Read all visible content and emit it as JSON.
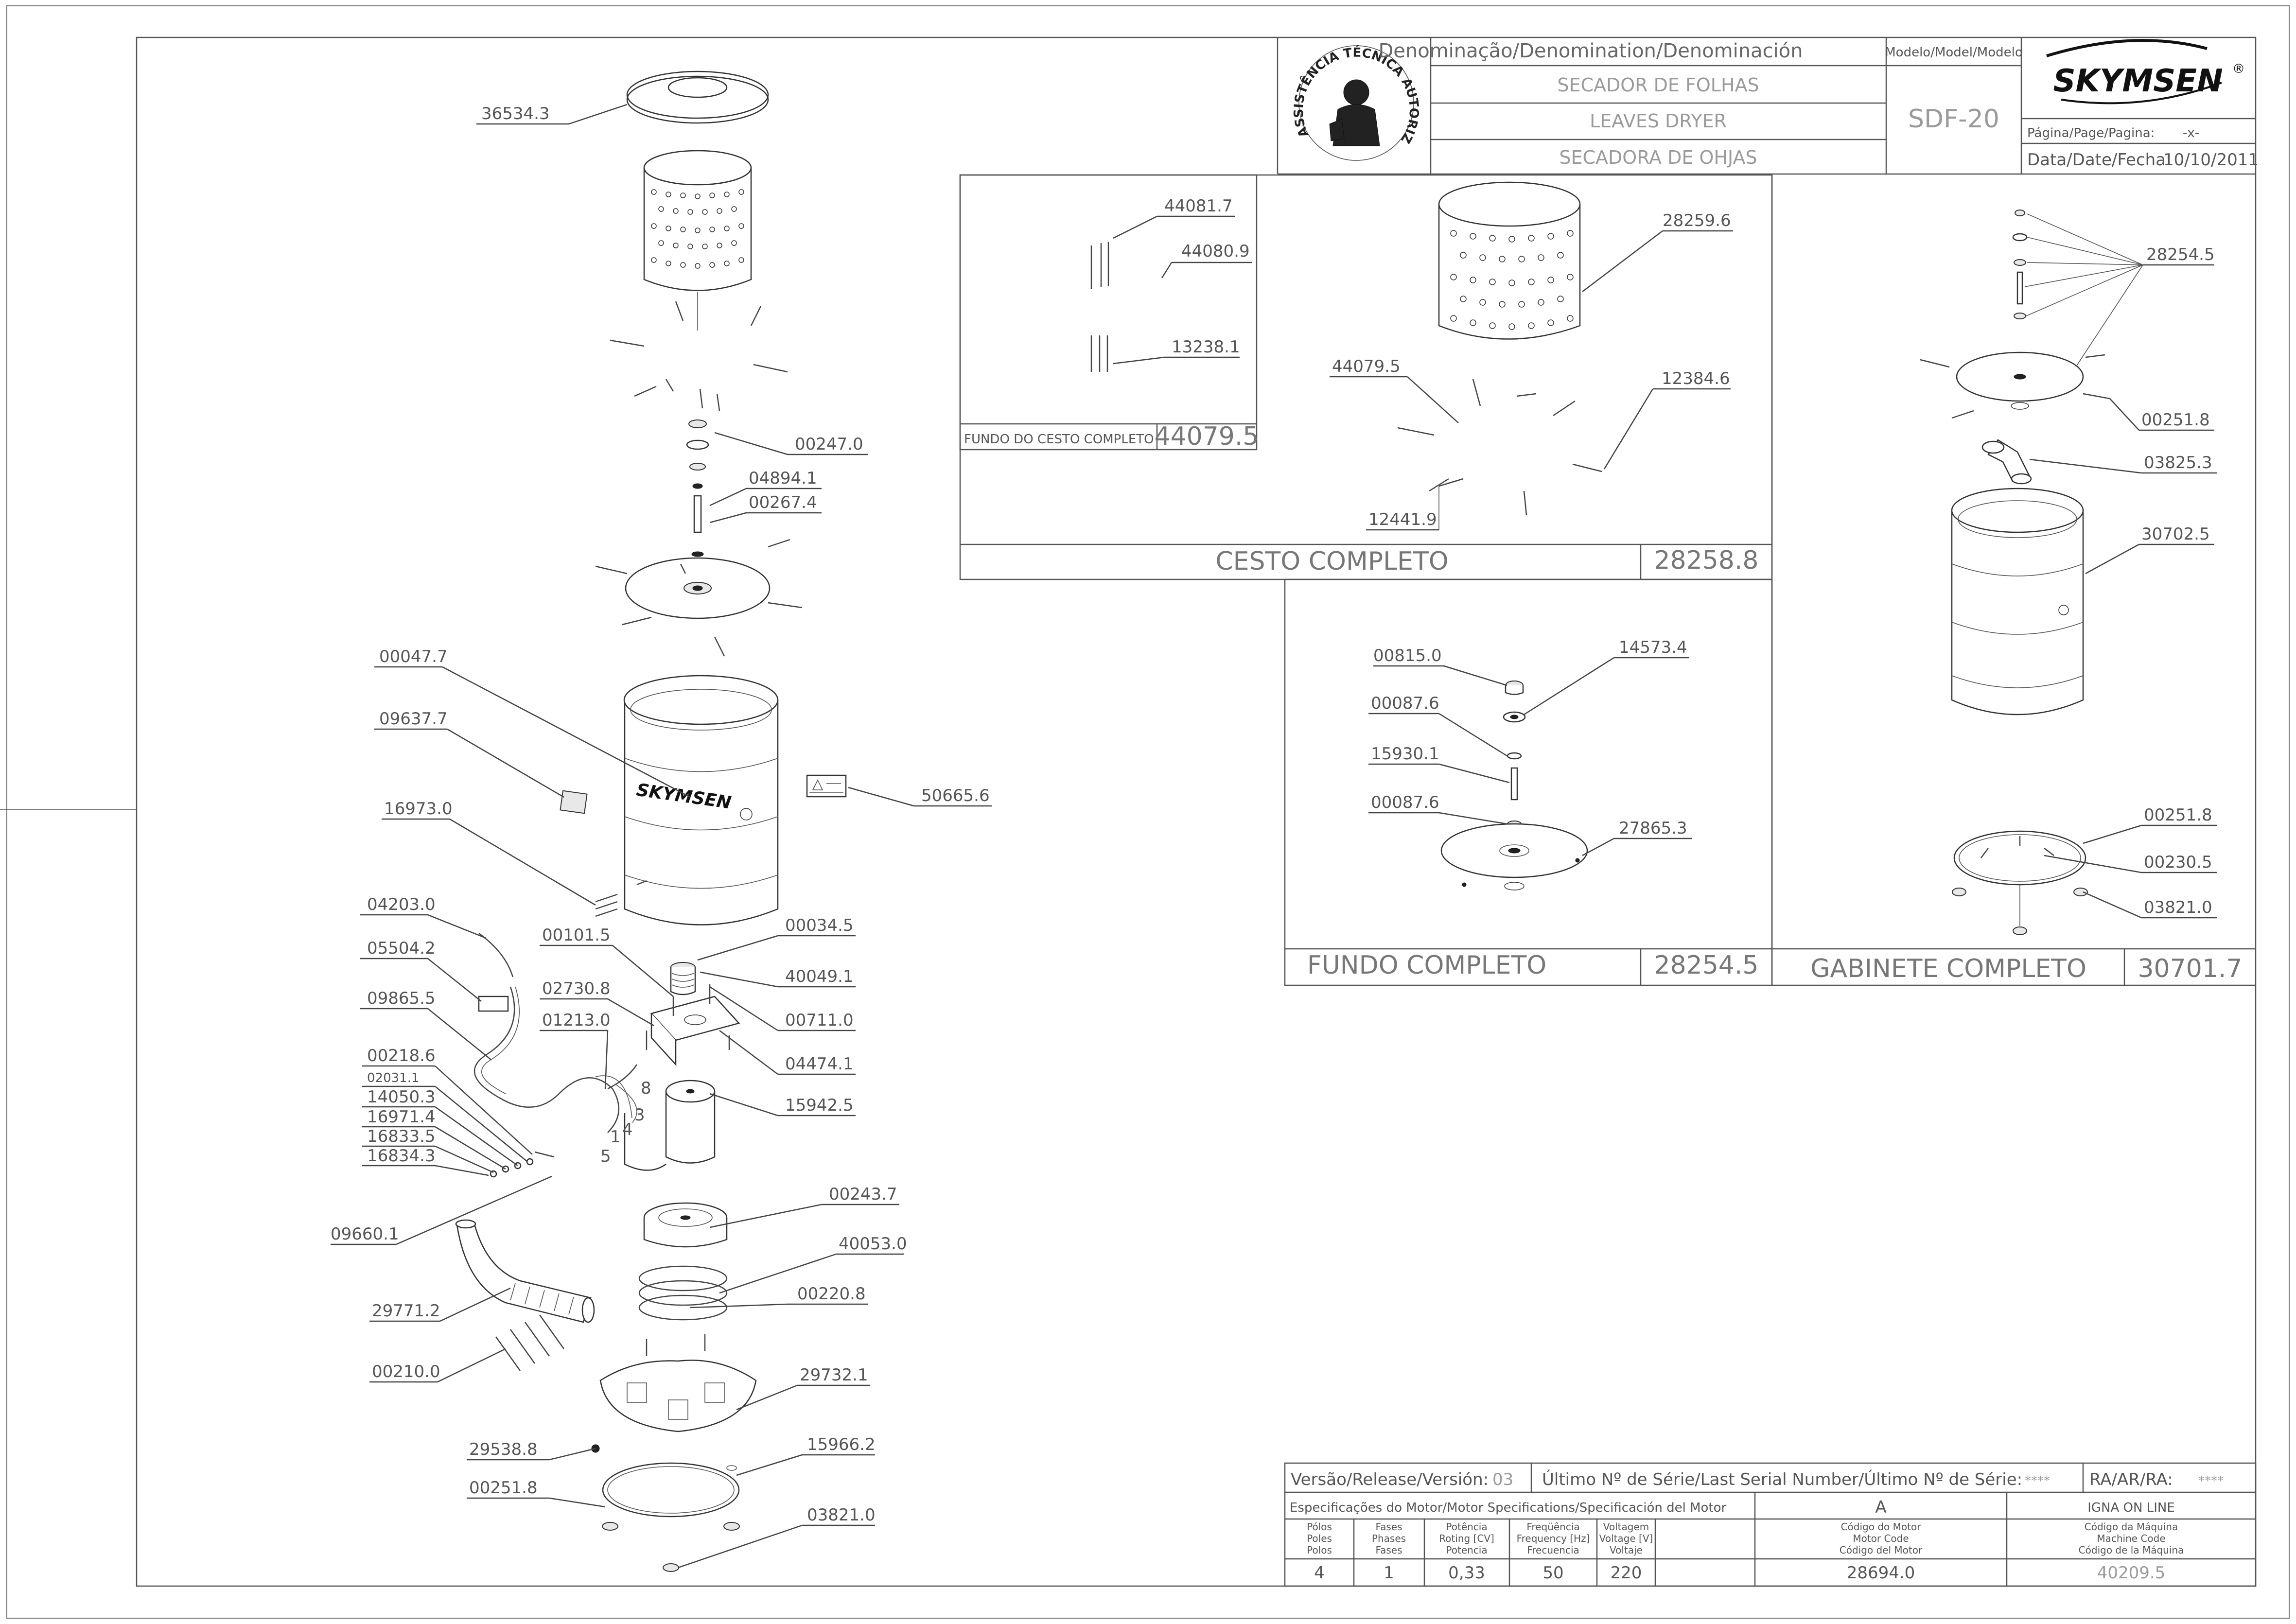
{
  "title_block": {
    "denomination_header": "Denominação/Denomination/Denominación",
    "name_pt": "SECADOR DE FOLHAS",
    "name_en": "LEAVES DRYER",
    "name_es": "SECADORA DE OHJAS",
    "model_header": "Modelo/Model/Modelo",
    "model": "SDF-20",
    "brand": "SKYMSEN",
    "brand_mark": "®",
    "page_label": "Página/Page/Pagina:",
    "page_value": "-x-",
    "date_label": "Data/Date/Fecha:",
    "date_value": "10/10/2011",
    "seal_text": "ASSISTÊNCIA TÉCNICA AUTORIZADA"
  },
  "main_callouts": {
    "c36534_3": "36534.3",
    "c00247_0": "00247.0",
    "c04894_1": "04894.1",
    "c00267_4": "00267.4",
    "c00047_7": "00047.7",
    "c09637_7": "09637.7",
    "c50665_6": "50665.6",
    "c16973_0": "16973.0",
    "c04203_0": "04203.0",
    "c05504_2": "05504.2",
    "c09865_5": "09865.5",
    "c00101_5": "00101.5",
    "c00034_5": "00034.5",
    "c40049_1": "40049.1",
    "c02730_8": "02730.8",
    "c00711_0": "00711.0",
    "c01213_0": "01213.0",
    "c04474_1": "04474.1",
    "c00218_6": "00218.6",
    "c02031_1": "02031.1",
    "c14050_3": "14050.3",
    "c16971_4": "16971.4",
    "c16833_5": "16833.5",
    "c16834_3": "16834.3",
    "c15942_5": "15942.5",
    "c09660_1": "09660.1",
    "c00243_7": "00243.7",
    "c40053_0": "40053.0",
    "c29771_2": "29771.2",
    "c00220_8": "00220.8",
    "c29732_1": "29732.1",
    "c00210_0": "00210.0",
    "c29538_8": "29538.8",
    "c15966_2": "15966.2",
    "c00251_8": "00251.8",
    "c03821_0": "03821.0"
  },
  "wire_numbers": [
    "8",
    "3",
    "4",
    "1",
    "5"
  ],
  "motor_brand": "SKYMSEN",
  "cesto": {
    "title": "CESTO COMPLETO",
    "code": "28258.8",
    "sub_title": "FUNDO DO CESTO COMPLETO",
    "sub_code": "44079.5",
    "callouts": {
      "c44081_7": "44081.7",
      "c44080_9": "44080.9",
      "c13238_1": "13238.1",
      "c28259_6": "28259.6",
      "c44079_5": "44079.5",
      "c12384_6": "12384.6",
      "c12441_9": "12441.9"
    }
  },
  "fundo": {
    "title": "FUNDO COMPLETO",
    "code": "28254.5",
    "callouts": {
      "c00815_0": "00815.0",
      "c14573_4": "14573.4",
      "c00087_6a": "00087.6",
      "c15930_1": "15930.1",
      "c00087_6b": "00087.6",
      "c27865_3": "27865.3"
    }
  },
  "gabinete": {
    "title": "GABINETE COMPLETO",
    "code": "30701.7",
    "callouts": {
      "c28254_5": "28254.5",
      "c00251_8a": "00251.8",
      "c03825_3": "03825.3",
      "c30702_5": "30702.5",
      "c00251_8b": "00251.8",
      "c00230_5": "00230.5",
      "c03821_0": "03821.0"
    }
  },
  "spec_block": {
    "version_label": "Versão/Release/Versión:",
    "version_value": "03",
    "serial_label": "Último Nº de Série/Last Serial Number/Último Nº de Série:",
    "serial_value": "****",
    "ra_label": "RA/AR/RA:",
    "ra_value": "****",
    "motor_spec_label": "Especificações do Motor/Motor Specifications/Specificación del Motor",
    "col_letter": "A",
    "machine_name": "IGNA ON LINE",
    "headers": [
      [
        "Pólos",
        "Poles",
        "Polos"
      ],
      [
        "Fases",
        "Phases",
        "Fases"
      ],
      [
        "Potência",
        "Roting [CV]",
        "Potencia"
      ],
      [
        "Freqüência",
        "Frequency [Hz]",
        "Frecuencia"
      ],
      [
        "Voltagem",
        "Voltage [V]",
        "Voltaje"
      ],
      [
        "Código do Motor",
        "Motor Code",
        "Código del Motor"
      ],
      [
        "Código da Máquina",
        "Machine Code",
        "Código de la Máquina"
      ]
    ],
    "values": [
      "4",
      "1",
      "0,33",
      "50",
      "220",
      "28694.0",
      "40209.5"
    ]
  }
}
